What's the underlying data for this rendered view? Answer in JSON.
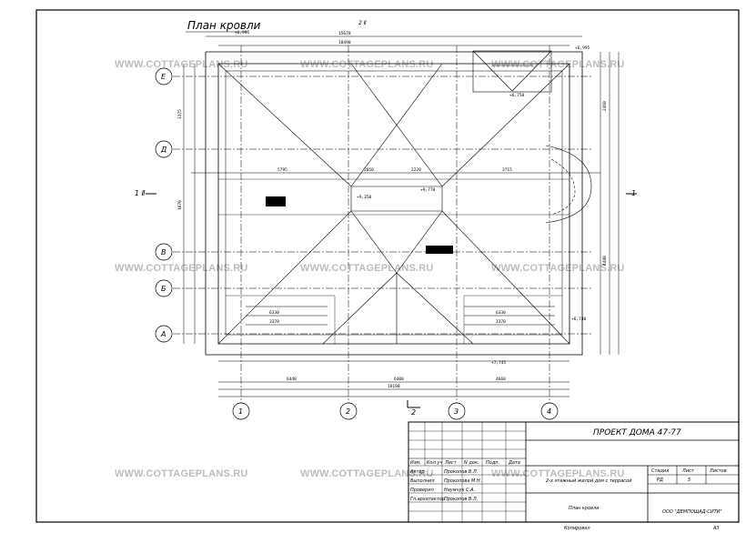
{
  "drawing": {
    "title": "План кровли",
    "section_mark": "2 Ⅱ",
    "cut_left": "1 Ⅱ",
    "cut_right": "1",
    "cut_bottom": "2",
    "axes_vertical": [
      "1",
      "2",
      "3",
      "4"
    ],
    "axes_horizontal": [
      "Е",
      "Д",
      "В",
      "Б",
      "А"
    ]
  },
  "dimensions": {
    "top_total": "18490",
    "top_inner": "15670",
    "top_level": "+6,995",
    "right_level": "+6,995",
    "mid_left": "5795",
    "mid_a": "2050",
    "mid_b": "2220",
    "mid_c": "3715",
    "bottom_a": "6440",
    "bottom_b": "6400",
    "bottom_c": "4660",
    "bottom_total": "18190",
    "bottom_row1": "6330",
    "bottom_row2": "3370",
    "left_v1": "3375",
    "left_v2": "1670",
    "side_1": "2460",
    "side_2": "4480",
    "lvl_a": "+9,350",
    "lvl_b": "+9,770",
    "lvl_c": "+6,750",
    "lvl_d": "+6,740",
    "lvl_e": "+7,745"
  },
  "title_block": {
    "project": "ПРОЕКТ ДОМА 47-77",
    "description": "2-х этажный жилой дом с террасой",
    "sheet_title": "План кровли",
    "company": "ООО \"ДЕМПОЩАД-СИТИ\"",
    "stage_label": "Стадия",
    "sheet_label": "Лист",
    "sheets_label": "Листов",
    "stage": "РД",
    "sheet": "5",
    "sheets": "",
    "col_headers": [
      "Изм.",
      "Кол.уч",
      "Лист",
      "N док.",
      "Подп.",
      "Дата"
    ],
    "roles": [
      "Автор",
      "Выполнил",
      "Проверил",
      "Гл.архитектор"
    ],
    "names": [
      "Прокопов В.Л.",
      "Прокопова М.Н.",
      "Наумчук С.А.",
      "Прокопов В.Л."
    ],
    "footer_left": "Копировал",
    "footer_right": "А3"
  },
  "watermark": "WWW.COTTAGEPLANS.RU"
}
